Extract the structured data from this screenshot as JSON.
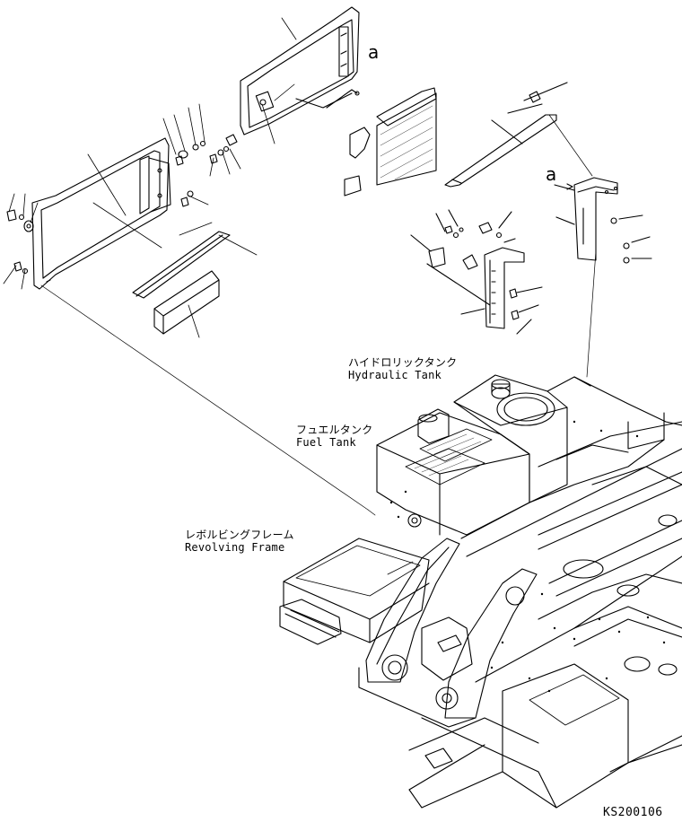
{
  "labels": {
    "hydraulic_tank": {
      "jp": "ハイドロリックタンク",
      "en": "Hydraulic Tank"
    },
    "fuel_tank": {
      "jp": "フュエルタンク",
      "en": "Fuel Tank"
    },
    "revolving_frame": {
      "jp": "レボルビングフレーム",
      "en": "Revolving Frame"
    }
  },
  "reference_marks": {
    "a_top": "a",
    "a_right": "a"
  },
  "drawing_code": "KS200106",
  "colors": {
    "line": "#000000",
    "background": "#ffffff",
    "hatch": "#000000"
  }
}
